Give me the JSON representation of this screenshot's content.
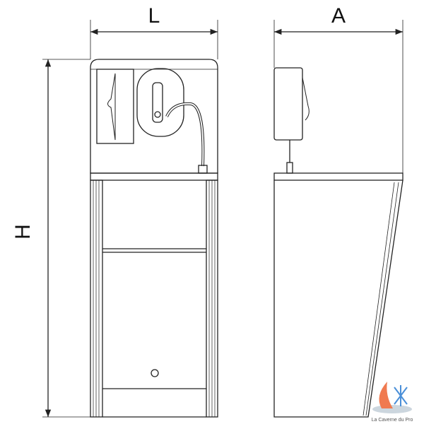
{
  "dimensions": {
    "width_label": "L",
    "depth_label": "A",
    "height_label": "H"
  },
  "watermark": {
    "text": "La Caverne du Pro"
  },
  "colors": {
    "line": "#222222",
    "flame": "#f07a50",
    "snow": "#4a8fd8"
  }
}
